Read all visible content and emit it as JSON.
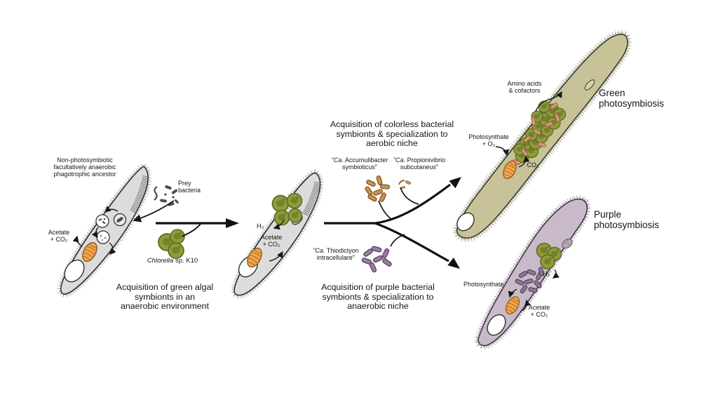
{
  "figure": {
    "stage1": {
      "ancestor_label": "Non-photosymbiotic\nfacultatively anaerobic\nphagotrophic ancestor",
      "prey_label": "Prey\nbacteria",
      "acetate_label": "Acetate\n+ CO₂",
      "chlorella_italic": "Chlorella",
      "chlorella_rest": " sp. K10",
      "caption": "Acquisition of green algal\nsymbionts in an\nanaerobic environment"
    },
    "stage2": {
      "h2_label": "H₂",
      "acetate_label": "Acetate\n+ CO₂"
    },
    "aerobic_branch": {
      "caption": "Acquisition of colorless bacterial\nsymbionts & specialization to\naerobic niche",
      "accumulibacter_italic": "\"Ca.",
      "accumulibacter_rest": " Accumulibacter",
      "accumulibacter_line2": "symbioticus\"",
      "propionivibrio_italic": "\"Ca.",
      "propionivibrio_rest": " Propionivibrio",
      "propionivibrio_line2": "subcutaneus\""
    },
    "anaerobic_branch": {
      "caption": "Acquisition of purple bacterial\nsymbionts & specialization to\nanaerobic niche",
      "thiodictyon_italic": "\"Ca.",
      "thiodictyon_rest": " Thiodictyon",
      "thiodictyon_line2": "intracellulare\""
    },
    "green_cell": {
      "title": "Green\nphotosymbiosis",
      "amino_label": "Amino acids\n& cofactors",
      "photosynthate_label": "Photosynthate\n+ O₂",
      "co2_label": "CO₂"
    },
    "purple_cell": {
      "title": "Purple\nphotosymbiosis",
      "photosynthate_label": "Photosynthate",
      "h2_label": "H₂",
      "acetate_label": "Acetate\n+ CO₂"
    },
    "colors": {
      "host_gray": "#dcdcdc",
      "host_green": "#c7c298",
      "host_purple": "#c8bac9",
      "algae_green": "#8f9b3b",
      "mitochondrion_orange": "#f2a74e",
      "accumulibacter_tan": "#cb9150",
      "thiodictyon_purple": "#9a7da2",
      "arrow_black": "#111111"
    }
  }
}
